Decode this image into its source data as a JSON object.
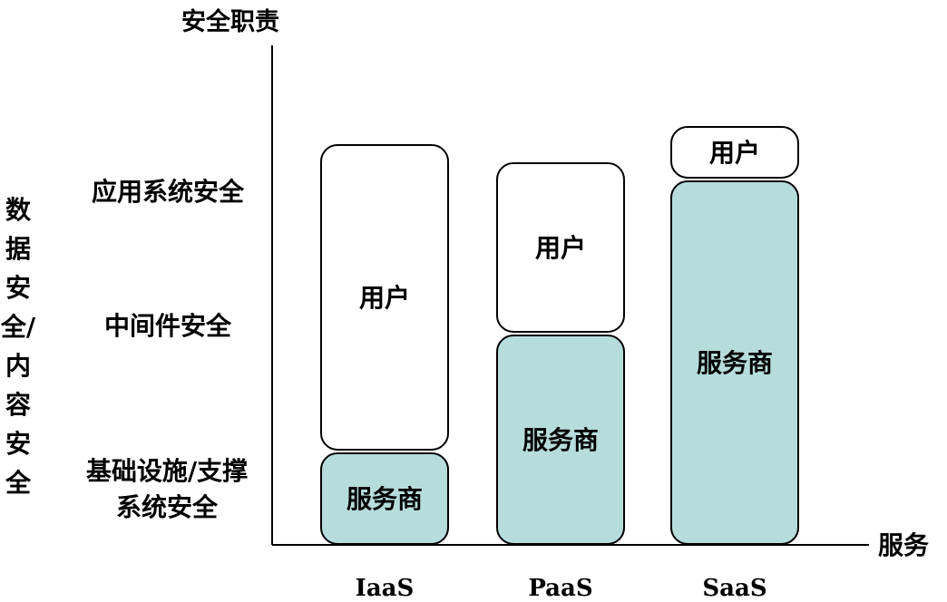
{
  "y_axis_title": "安全职责",
  "x_axis_title": "服务",
  "side_label": "数据安全/内容安全",
  "layers": {
    "app": "应用系统安全",
    "middleware": "中间件安全",
    "infra": "基础设施/支撑系统安全"
  },
  "colors": {
    "provider": "#b7dcdc",
    "user": "#ffffff",
    "stroke": "#000000"
  },
  "chart_data": {
    "type": "bar",
    "categories": [
      "IaaS",
      "PaaS",
      "SaaS"
    ],
    "series": [
      {
        "name": "服务商",
        "values": [
          1,
          2.3,
          4.0
        ]
      },
      {
        "name": "用户",
        "values": [
          3.4,
          1.9,
          0.6
        ]
      }
    ]
  }
}
